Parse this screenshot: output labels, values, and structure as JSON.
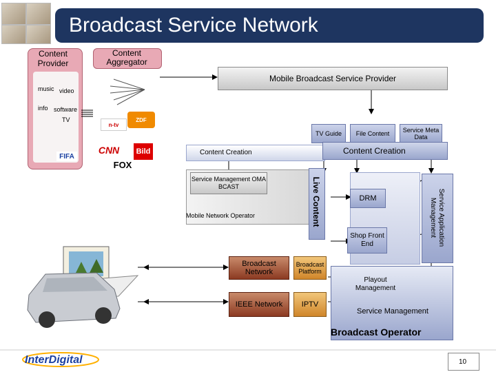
{
  "slide": {
    "title": "Broadcast Service Network",
    "page_number": "10",
    "company_logo": "InterDigital"
  },
  "left": {
    "content_provider": "Content Provider",
    "content_aggregator": "Content Aggregator",
    "content_types": [
      "music",
      "video",
      "info",
      "software",
      "TV"
    ],
    "brand_logos": [
      "n-tv",
      "ZDF",
      "CNN",
      "Bild",
      "FOX",
      "FIFA"
    ]
  },
  "service_provider": {
    "label": "Mobile Broadcast Service Provider"
  },
  "top_boxes": {
    "tv_guide": "TV Guide",
    "file_content": "File Content",
    "service_meta_data": "Service Meta Data"
  },
  "content_creation_left": "Content Creation",
  "content_creation_right": "Content Creation",
  "mno": {
    "service_management": "Service Management OMA BCAST",
    "operator_label": "Mobile Network Operator"
  },
  "live_content": "Live Content",
  "drm": "DRM",
  "shop_front_end": "Shop Front End",
  "service_app_mgmt": "Service Application Management",
  "broadcast_network": "Broadcast Network",
  "ieee_network": "IEEE Network",
  "broadcast_platform": "Broadcast Platform",
  "iptv": "IPTV",
  "playout_management": "Playout Management",
  "service_management_bottom": "Service Management",
  "broadcast_operator": "Broadcast Operator"
}
